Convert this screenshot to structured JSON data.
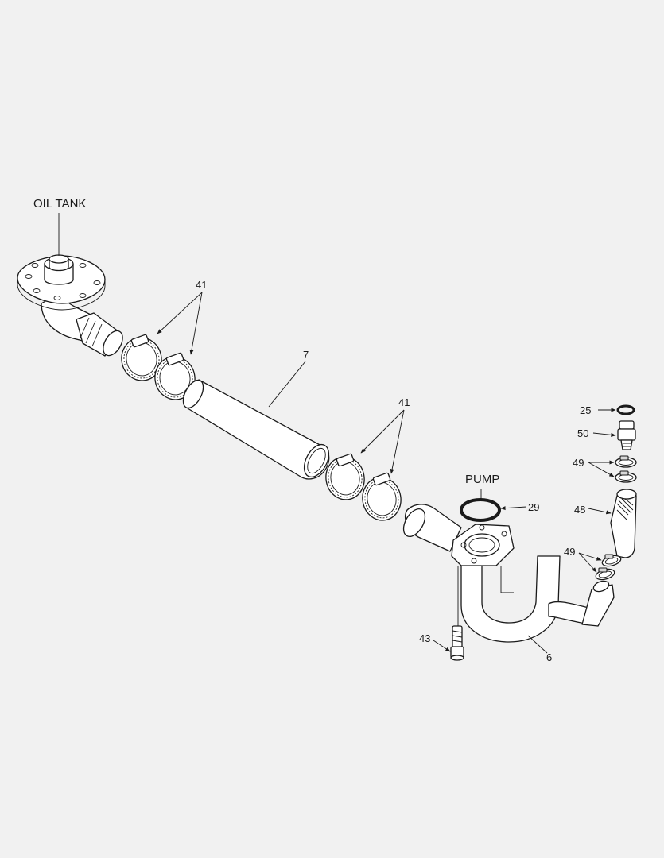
{
  "diagram": {
    "labels": {
      "oil_tank": "OIL TANK",
      "pump": "PUMP",
      "clamps_upper": "41",
      "hose_7": "7",
      "clamps_lower": "41",
      "oring_25": "25",
      "fitting_50": "50",
      "clamps_49_upper": "49",
      "oring_29": "29",
      "hose_48": "48",
      "clamps_49_lower": "49",
      "bolt_43": "43",
      "pipe_6": "6"
    },
    "colors": {
      "line": "#1a1a1a",
      "background": "#f1f1f1",
      "part_fill": "#ffffff"
    }
  }
}
